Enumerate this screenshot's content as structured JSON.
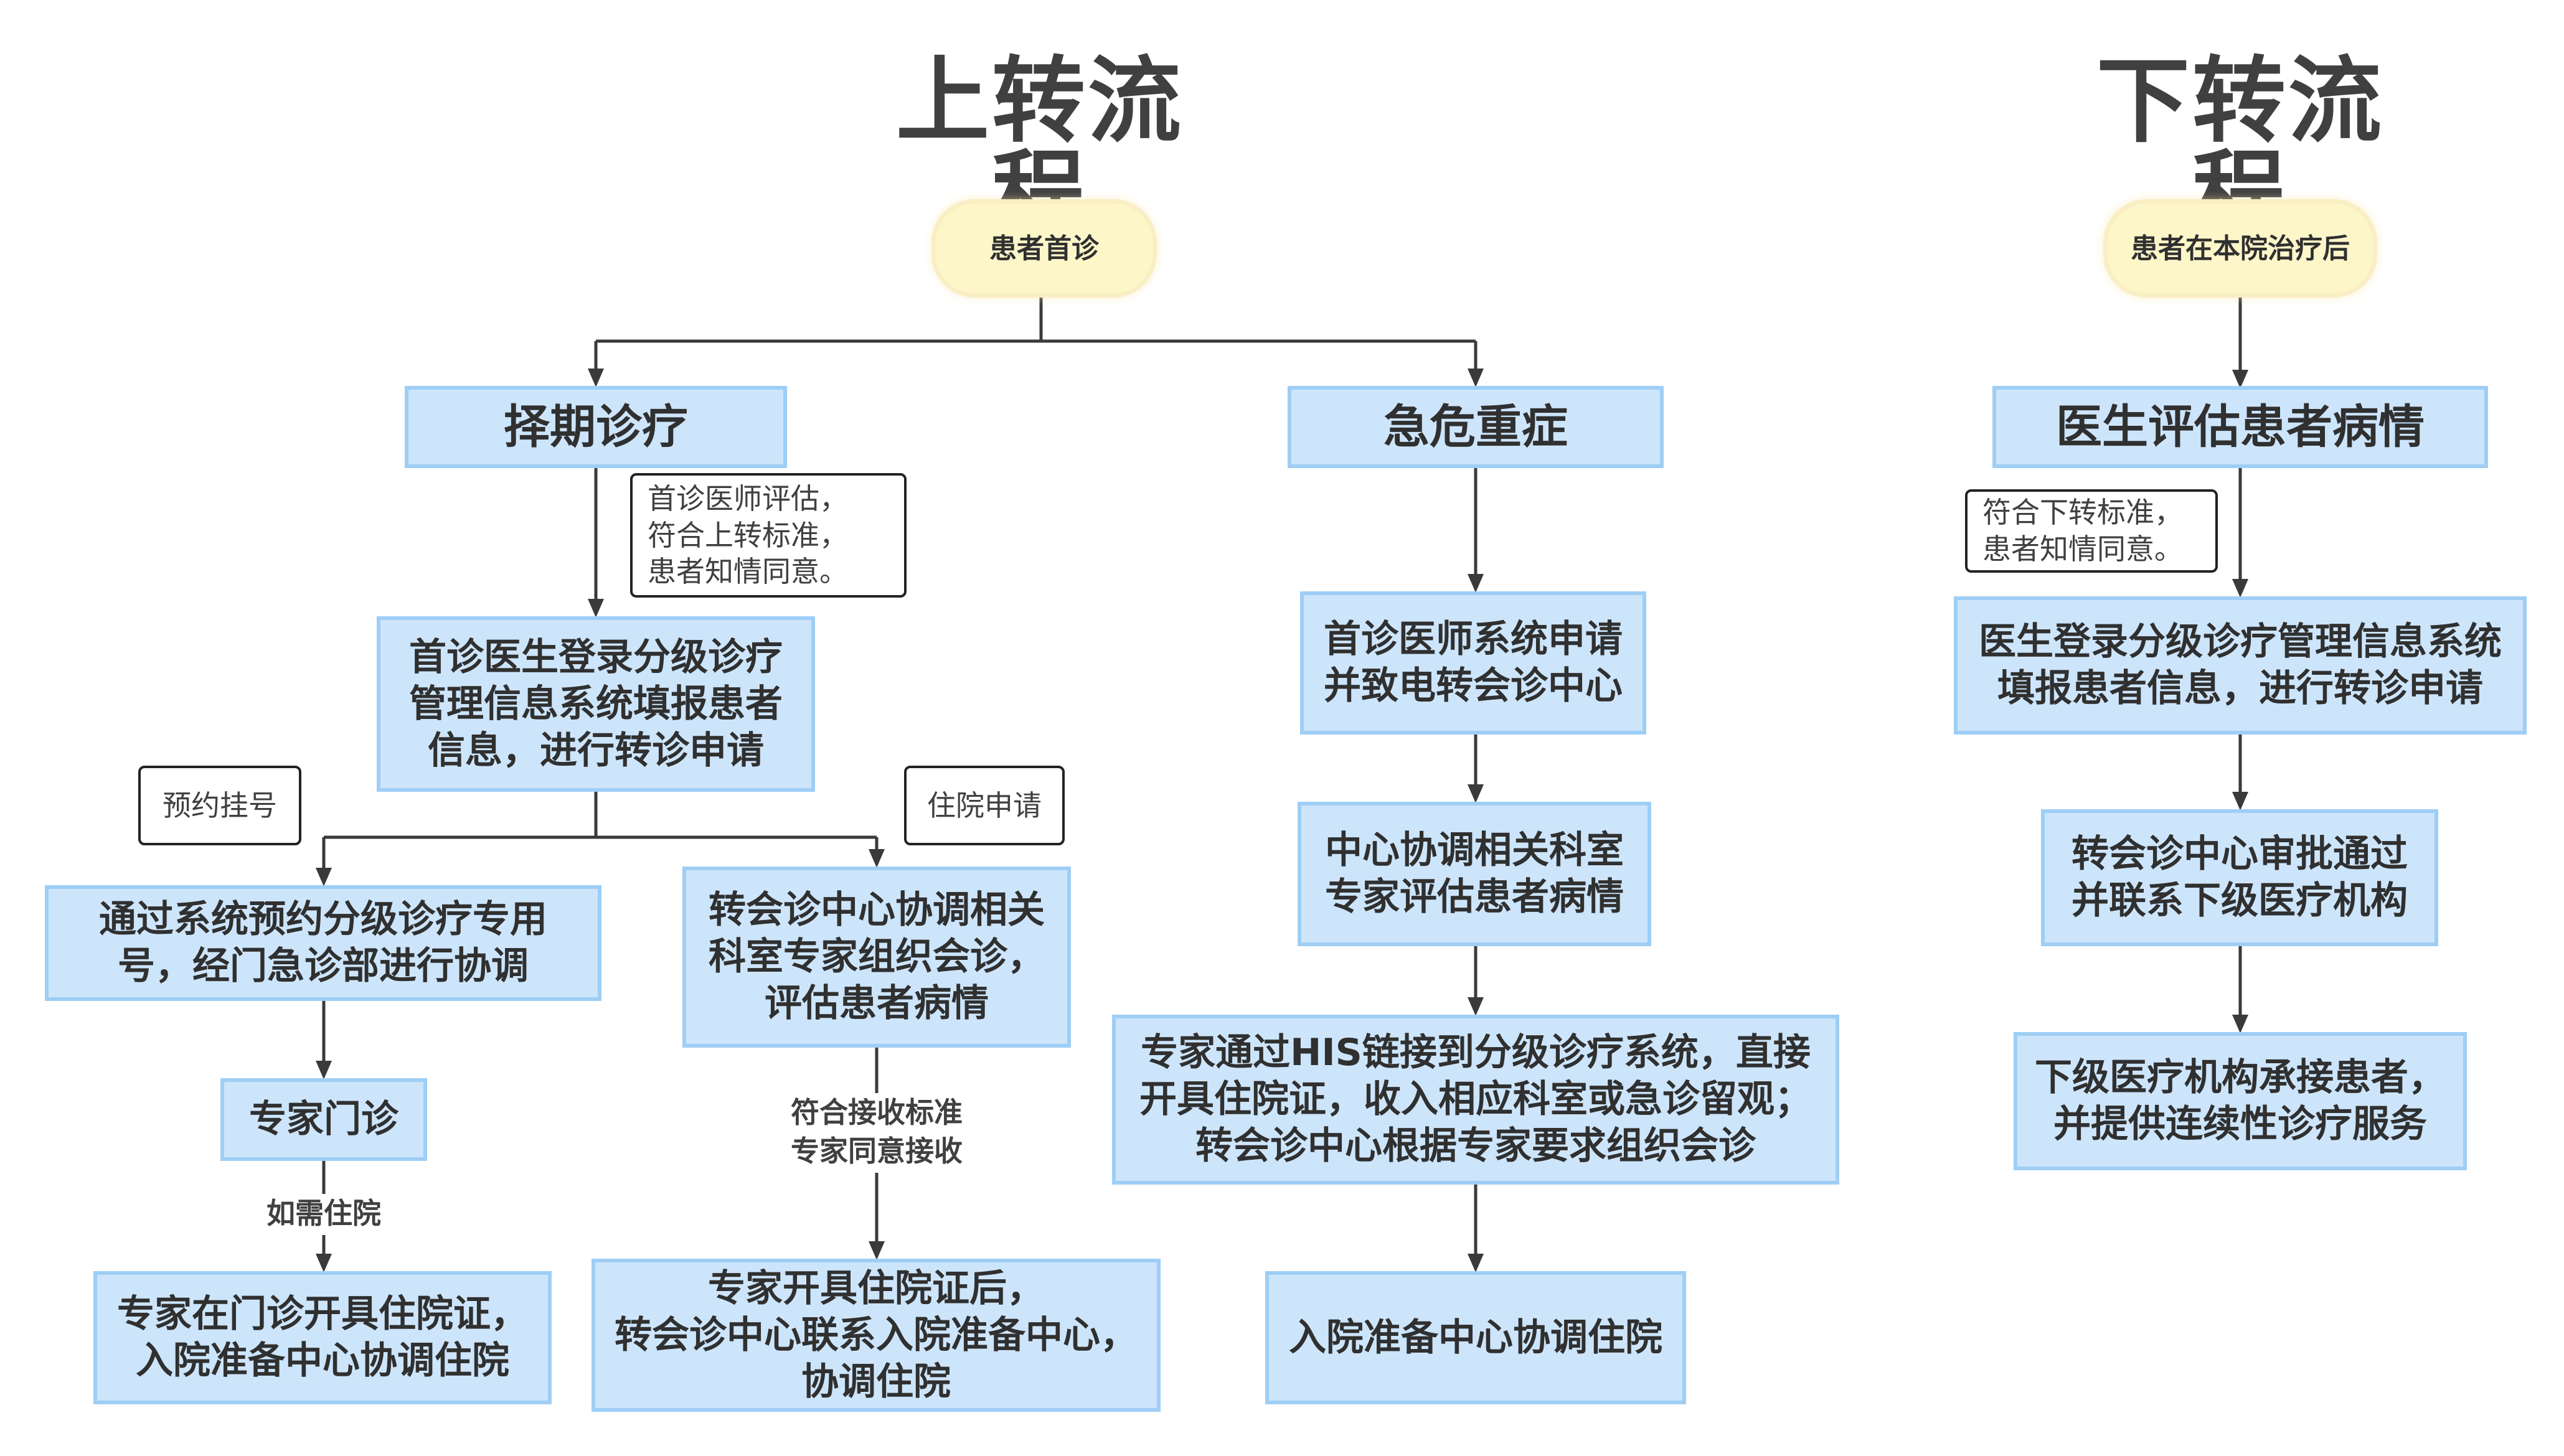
{
  "titles": {
    "up": "上转流程",
    "down": "下转流程"
  },
  "up": {
    "start": "患者首诊",
    "elective": "择期诊疗",
    "emergency": "急危重症",
    "note_first": "首诊医师评估，\n符合上转标准，\n患者知情同意。",
    "first_doctor": "首诊医生登录分级诊疗\n管理信息系统填报患者\n信息，进行转诊申请",
    "note_reg": "预约挂号",
    "note_hosp": "住院申请",
    "reserve": "通过系统预约分级诊疗专用\n号，经门急诊部进行协调",
    "expert_clinic": "专家门诊",
    "label_if_hosp": "如需住院",
    "clinic_admit": "专家在门诊开具住院证，\n入院准备中心协调住院",
    "consult": "转会诊中心协调相关\n科室专家组织会诊，\n评估患者病情",
    "label_accept": "符合接收标准\n专家同意接收",
    "admit_cert": "专家开具住院证后，\n转会诊中心联系入院准备中心，\n协调住院",
    "em_apply": "首诊医师系统申请\n并致电转会诊中心",
    "em_center": "中心协调相关科室\n专家评估患者病情",
    "em_his": "专家通过HIS链接到分级诊疗系统，直接\n开具住院证，收入相应科室或急诊留观；\n转会诊中心根据专家要求组织会诊",
    "em_admit": "入院准备中心协调住院"
  },
  "down": {
    "start": "患者在本院治疗后",
    "evaluate": "医生评估患者病情",
    "note": "符合下转标准，\n患者知情同意。",
    "apply": "医生登录分级诊疗管理信息系统\n填报患者信息，进行转诊申请",
    "approve": "转会诊中心审批通过\n并联系下级医疗机构",
    "receive": "下级医疗机构承接患者，\n并提供连续性诊疗服务"
  },
  "colors": {
    "node_fill": "#cde5fb",
    "node_border": "#9ecef5",
    "start_fill": "#fdf6c9",
    "line": "#3a3a3a"
  }
}
